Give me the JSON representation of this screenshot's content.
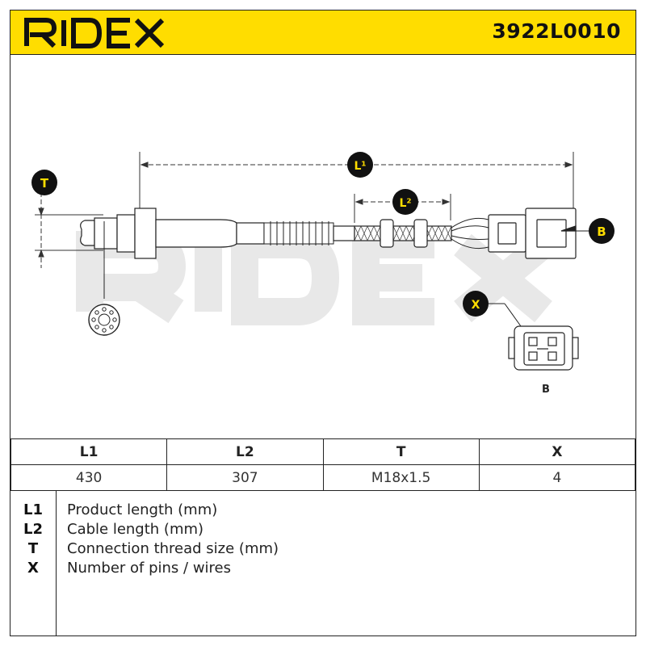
{
  "header": {
    "brand": "RIDEX",
    "part_number": "3922L0010"
  },
  "diagram": {
    "labels": {
      "T": "T",
      "L1": "L¹",
      "L2": "L²",
      "B": "B",
      "X": "X",
      "B_caption": "B"
    },
    "watermark": "RIDEX"
  },
  "table": {
    "headers": [
      "L1",
      "L2",
      "T",
      "X"
    ],
    "values": [
      "430",
      "307",
      "M18x1.5",
      "4"
    ]
  },
  "legend": [
    {
      "key": "L1",
      "text": "Product length (mm)"
    },
    {
      "key": "L2",
      "text": "Cable length (mm)"
    },
    {
      "key": "T",
      "text": "Connection thread size (mm)"
    },
    {
      "key": "X",
      "text": "Number of pins / wires"
    }
  ],
  "colors": {
    "header_bg": "#ffdd00",
    "badge": "#111111",
    "badge_text": "#ffdd00",
    "watermark": "#e8e8e8"
  }
}
